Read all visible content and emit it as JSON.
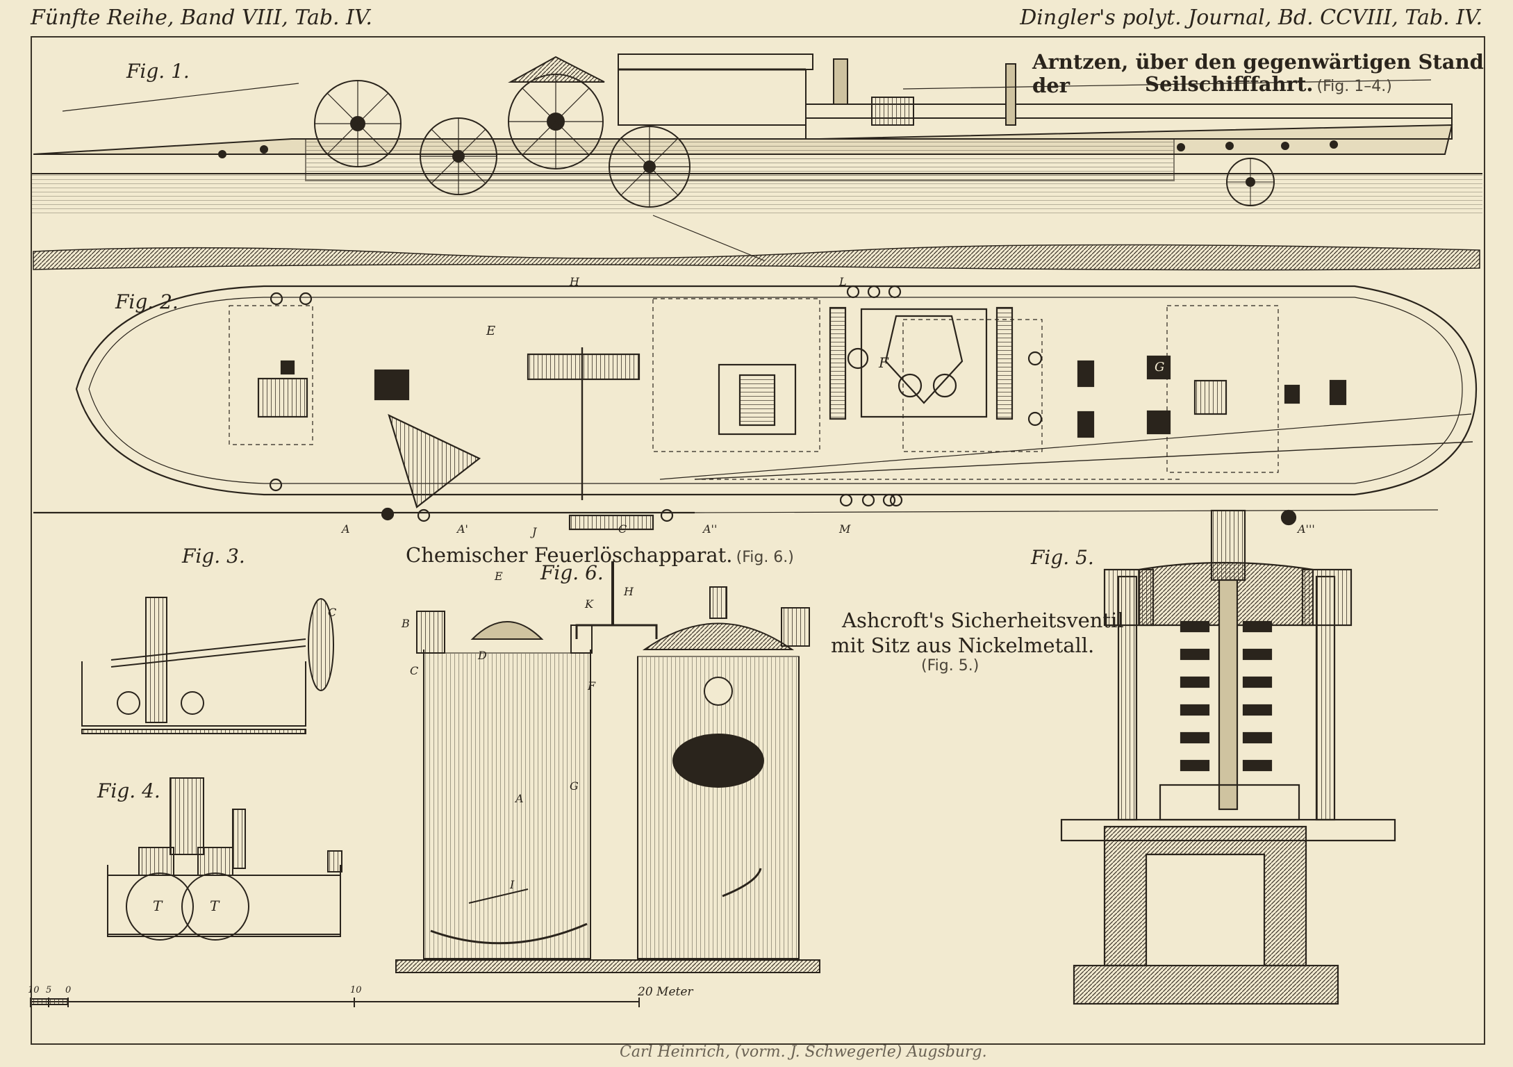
{
  "header": {
    "left": "Fünfte Reihe, Band VIII, Tab. IV.",
    "right": "Dingler's polyt. Journal, Bd. CCVIII, Tab. IV."
  },
  "titles": {
    "arntzen_line1": "Arntzen, über den gegenwärtigen Stand der",
    "arntzen_line2": "Seilschifffahrt.",
    "arntzen_ref": "(Fig. 1–4.)",
    "chemisch": "Chemischer Feuerlöschapparat.",
    "chemisch_ref": "(Fig. 6.)",
    "ashcroft_line1": "Ashcroft's Sicherheitsventil",
    "ashcroft_line2": "mit Sitz aus Nickelmetall.",
    "ashcroft_ref": "(Fig. 5.)"
  },
  "figures": {
    "fig1": "Fig. 1.",
    "fig2": "Fig. 2.",
    "fig3": "Fig. 3.",
    "fig4": "Fig. 4.",
    "fig5": "Fig. 5.",
    "fig6": "Fig. 6."
  },
  "labels": {
    "A": "A",
    "A1": "A'",
    "A2": "A''",
    "A3": "A'''",
    "B": "B",
    "C": "C",
    "D": "D",
    "E": "E",
    "F": "F",
    "G": "G",
    "H": "H",
    "I": "I",
    "J": "J",
    "K": "K",
    "L": "L",
    "M": "M",
    "T": "T"
  },
  "scale": {
    "t10": "10",
    "t5": "5",
    "t0": "0",
    "tmid": "10",
    "end": "20 Meter"
  },
  "footer": "Carl Heinrich, (vorm. J. Schwegerle) Augsburg."
}
